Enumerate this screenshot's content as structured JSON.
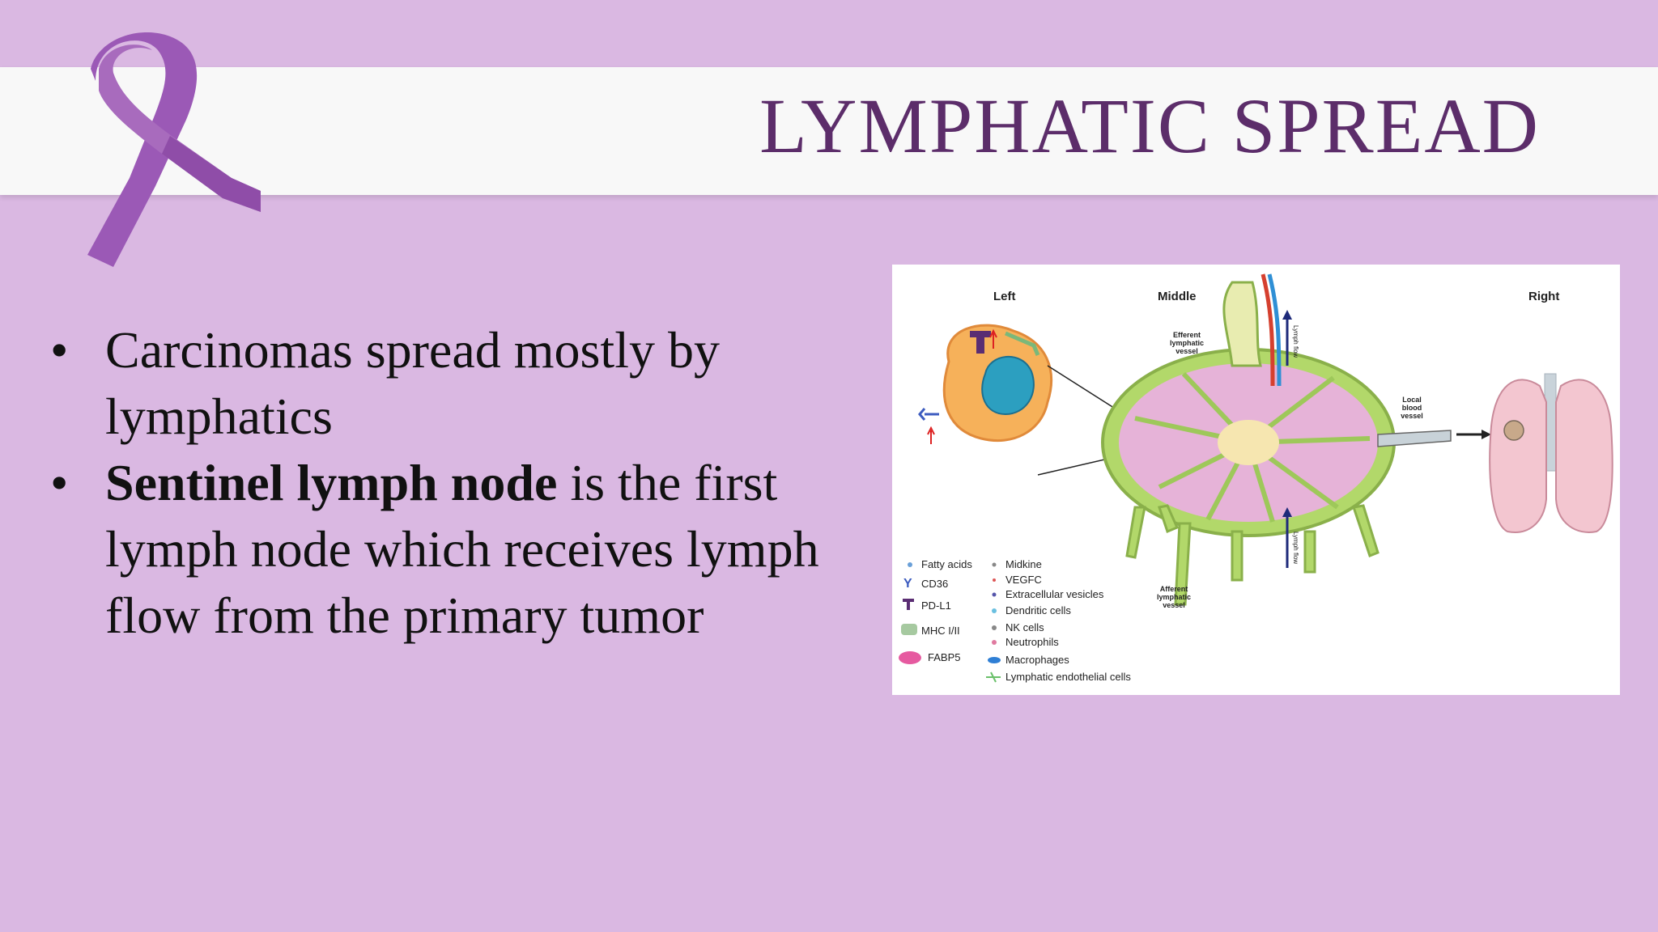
{
  "slide": {
    "title": "LYMPHATIC SPREAD",
    "bullets": [
      {
        "bold": "",
        "text": "Carcinomas spread mostly by lymphatics"
      },
      {
        "bold": "Sentinel lymph node",
        "text": " is the first lymph node which receives lymph flow from the primary tumor"
      }
    ]
  },
  "figure": {
    "panel_labels": [
      "Left",
      "Middle",
      "Right"
    ],
    "vessel_labels": {
      "efferent": [
        "Efferent",
        "lymphatic",
        "vessel"
      ],
      "afferent": [
        "Afferent",
        "lymphatic",
        "vessel"
      ],
      "local_blood": [
        "Local",
        "blood",
        "vessel"
      ],
      "lymph_flow": "Lymph flow"
    },
    "legend_left": [
      "Fatty acids",
      "CD36",
      "PD-L1",
      "MHC I/II",
      "FABP5"
    ],
    "legend_right": [
      "Midkine",
      "VEGFC",
      "Extracellular vesicles",
      "Dendritic cells",
      "NK cells",
      "Neutrophils",
      "Macrophages",
      "Lymphatic endothelial cells"
    ]
  },
  "colors": {
    "background": "#dab8e2",
    "title_band": "#f8f8f8",
    "title_text": "#5c2d6a",
    "ribbon": "#a25fb8"
  },
  "icons": [
    "awareness-ribbon-icon"
  ]
}
